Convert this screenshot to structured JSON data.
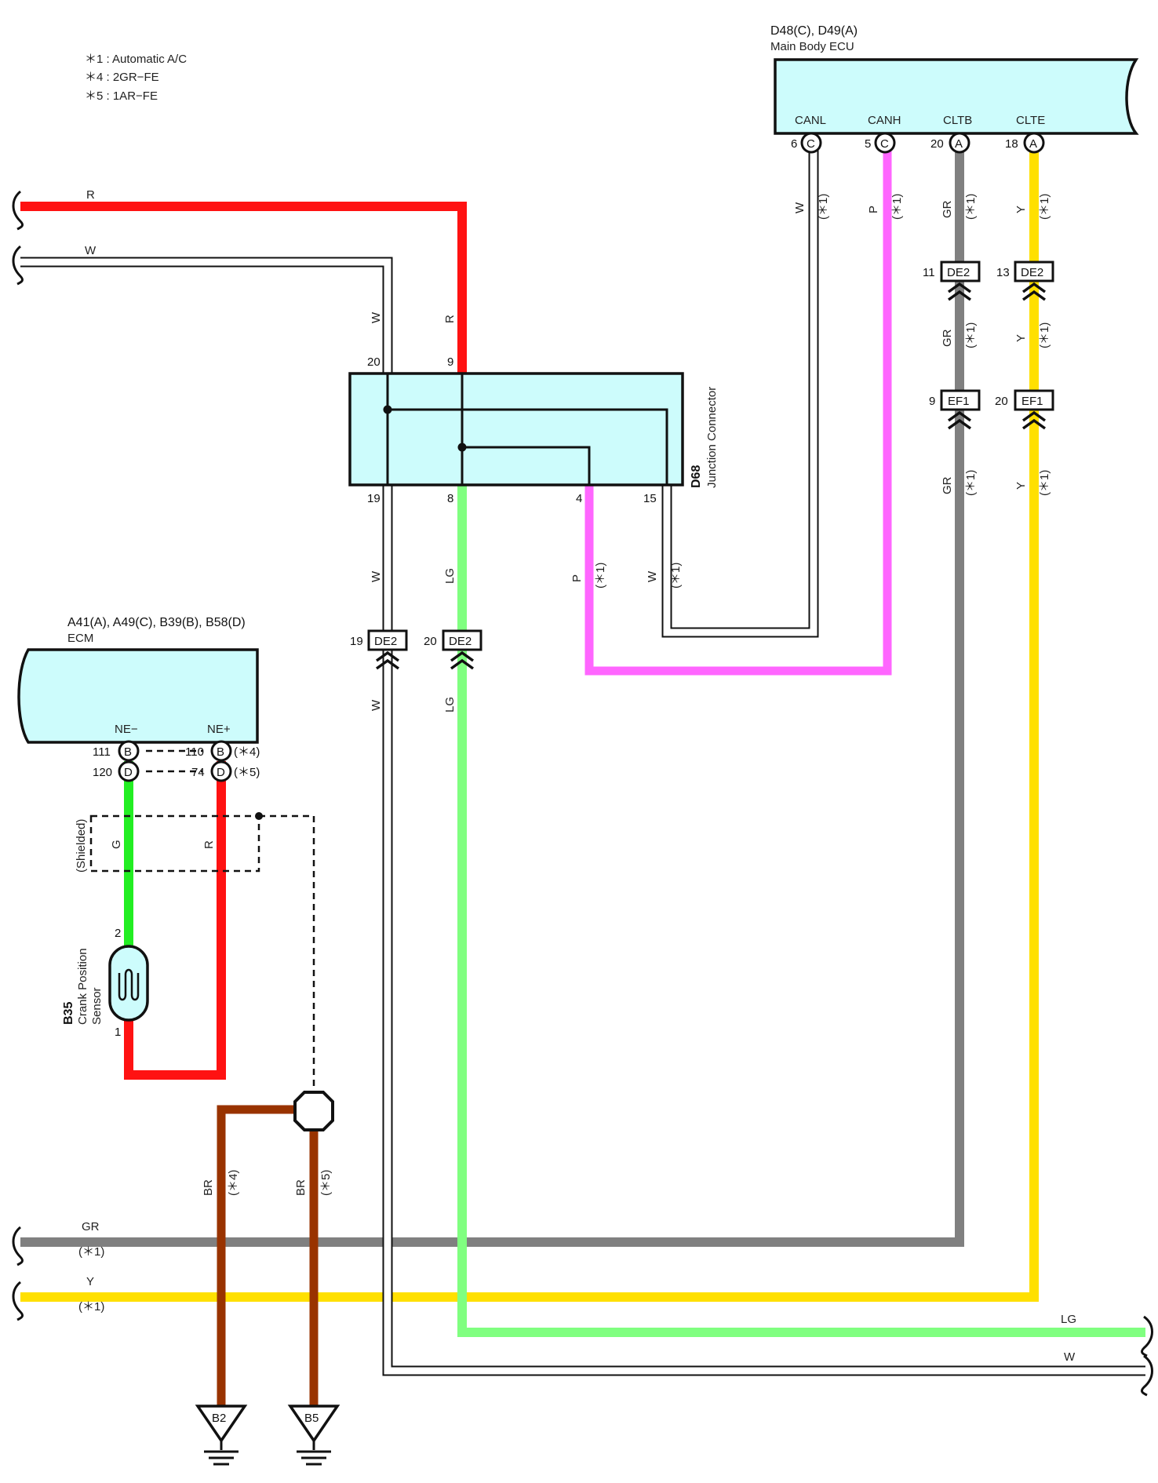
{
  "notes": [
    "＊1 : Automatic A/C",
    "＊4 : 2GR−FE",
    "＊5 : 1AR−FE"
  ],
  "colors": {
    "R": "#ff1212",
    "W": "#ffffff",
    "P": "#ff66ff",
    "GR": "#808080",
    "Y": "#ffe000",
    "LG": "#80ff80",
    "G": "#22ee22",
    "BR": "#993300",
    "box": "#cdfcfc"
  },
  "main_body_ecu": {
    "ref": "D48(C), D49(A)",
    "name": "Main Body ECU",
    "pins": [
      {
        "label": "CANL",
        "num": "6",
        "conn": "C",
        "wire": "W",
        "note": "(＊1)"
      },
      {
        "label": "CANH",
        "num": "5",
        "conn": "C",
        "wire": "P",
        "note": "(＊1)"
      },
      {
        "label": "CLTB",
        "num": "20",
        "conn": "A",
        "wire": "GR",
        "note": "(＊1)"
      },
      {
        "label": "CLTE",
        "num": "18",
        "conn": "A",
        "wire": "Y",
        "note": "(＊1)"
      }
    ]
  },
  "junction": {
    "ref": "D68",
    "name": "Junction Connector",
    "top_pins": [
      "20",
      "9"
    ],
    "bottom_pins": [
      "19",
      "8",
      "4",
      "15"
    ]
  },
  "inline_connectors": {
    "de2_left": [
      {
        "num": "19",
        "name": "DE2"
      },
      {
        "num": "20",
        "name": "DE2"
      }
    ],
    "right": [
      {
        "num": "11",
        "name": "DE2"
      },
      {
        "num": "13",
        "name": "DE2"
      },
      {
        "num": "9",
        "name": "EF1"
      },
      {
        "num": "20",
        "name": "EF1"
      }
    ]
  },
  "ecm": {
    "ref": "A41(A), A49(C), B39(B), B58(D)",
    "name": "ECM",
    "pins": [
      {
        "label": "NE−",
        "rows": [
          {
            "num": "111",
            "conn": "B"
          },
          {
            "num": "120",
            "conn": "D"
          }
        ]
      },
      {
        "label": "NE+",
        "rows": [
          {
            "num": "110",
            "conn": "B",
            "note": "(＊4)"
          },
          {
            "num": "74",
            "conn": "D",
            "note": "(＊5)"
          }
        ]
      }
    ]
  },
  "sensor": {
    "ref": "B35",
    "name_line1": "Crank Position",
    "name_line2": "Sensor",
    "pin_top": "2",
    "pin_bottom": "1"
  },
  "shielded": "(Shielded)",
  "wire_labels": {
    "R": "R",
    "W": "W",
    "P": "P",
    "GR": "GR",
    "Y": "Y",
    "LG": "LG",
    "G": "G",
    "BR": "BR",
    "n1": "(＊1)",
    "n4": "(＊4)",
    "n5": "(＊5)"
  },
  "grounds": [
    "B2",
    "B5"
  ]
}
